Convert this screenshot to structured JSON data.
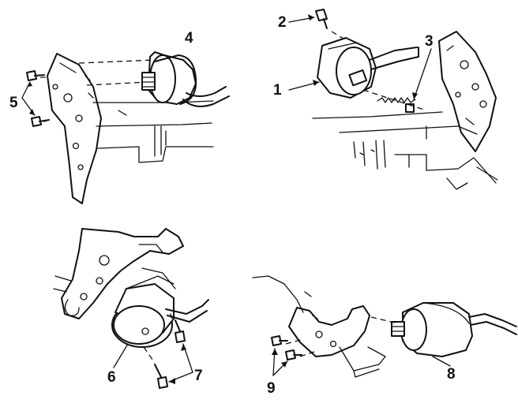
{
  "figure": {
    "background": "#ffffff",
    "ink": "#111111"
  },
  "callouts": [
    {
      "id": "1",
      "label": "1"
    },
    {
      "id": "2",
      "label": "2"
    },
    {
      "id": "3",
      "label": "3"
    },
    {
      "id": "4",
      "label": "4"
    },
    {
      "id": "5",
      "label": "5"
    },
    {
      "id": "6",
      "label": "6"
    },
    {
      "id": "7",
      "label": "7"
    },
    {
      "id": "8",
      "label": "8"
    },
    {
      "id": "9",
      "label": "9"
    }
  ]
}
